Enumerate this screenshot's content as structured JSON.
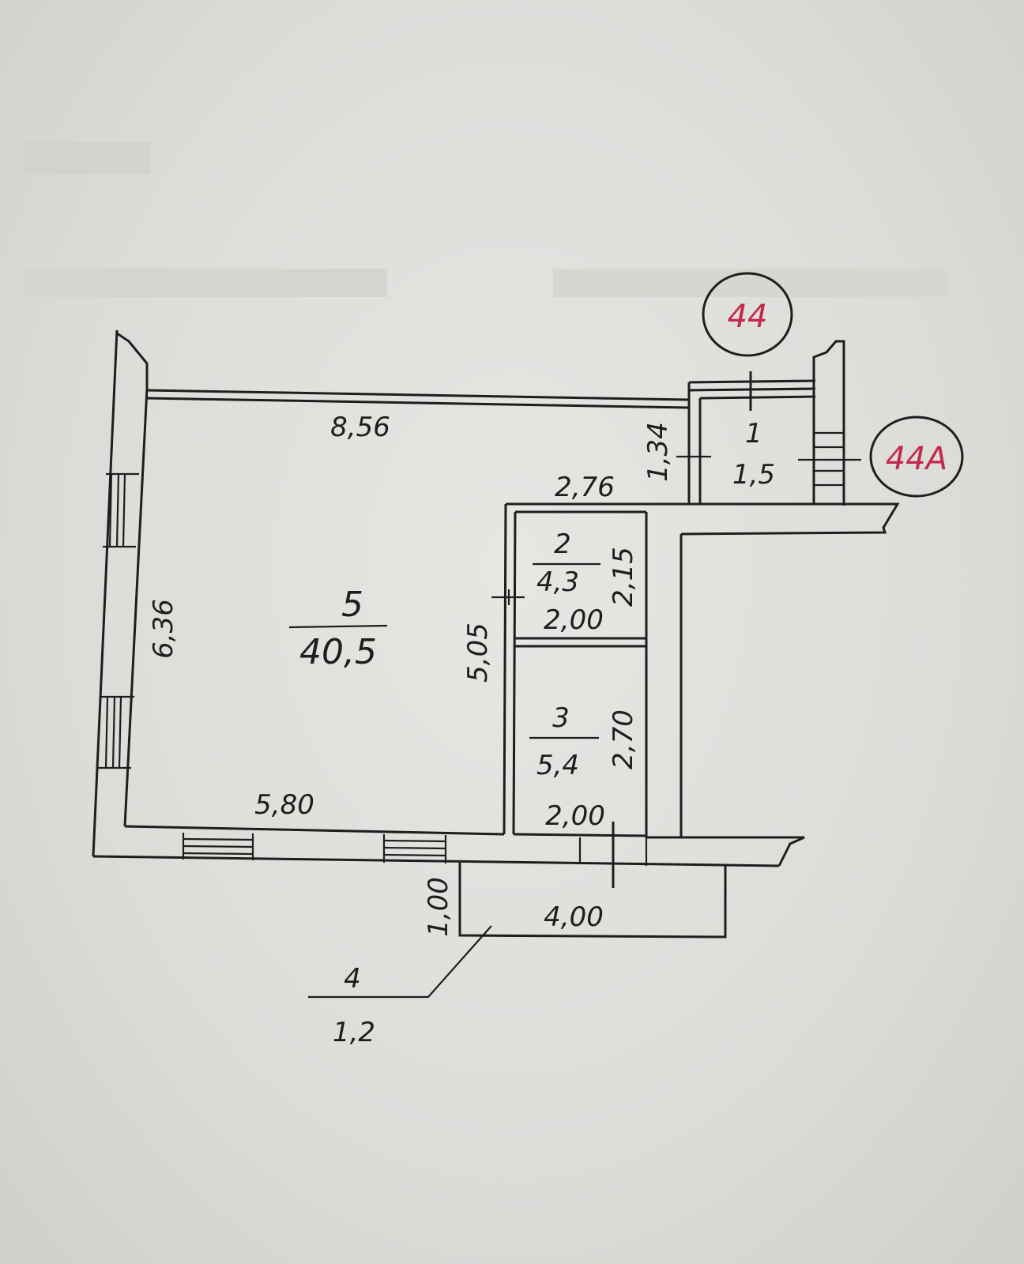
{
  "markers": {
    "top": "44",
    "right": "44A"
  },
  "rooms": [
    {
      "number": "5",
      "area": "40,5"
    },
    {
      "number": "1",
      "area": "1,5"
    },
    {
      "number": "2",
      "area": "4,3"
    },
    {
      "number": "3",
      "area": "5,4"
    },
    {
      "number": "4",
      "area": "1,2"
    }
  ],
  "dimensions": {
    "top_wall": "8,56",
    "left_wall": "6,36",
    "bottom_wall": "5,80",
    "room1_height": "1,34",
    "corridor_top": "2,76",
    "corridor_left": "5,05",
    "room2_height": "2,15",
    "room2_width": "2,00",
    "room3_height": "2,70",
    "room3_width": "2,00",
    "balcony_width": "4,00",
    "balcony_depth": "1,00"
  }
}
